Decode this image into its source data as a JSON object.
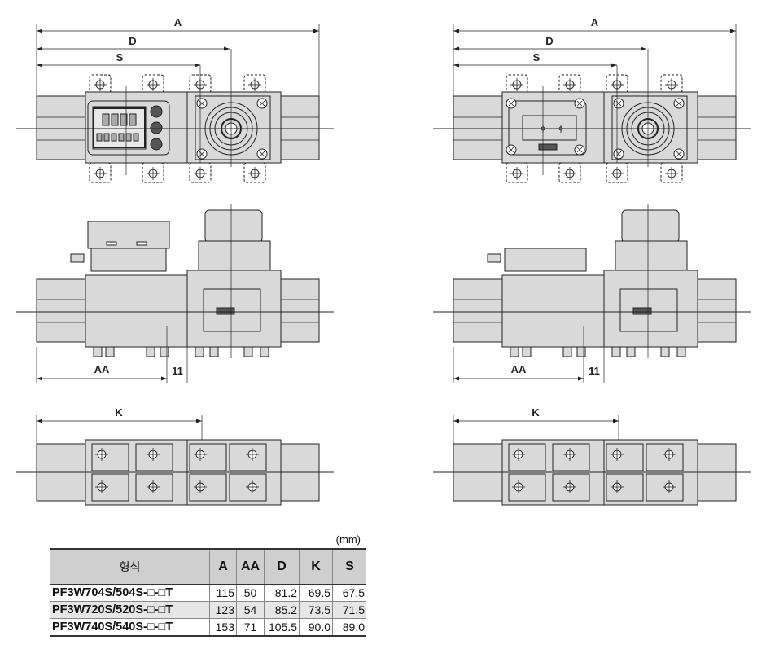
{
  "drawings": [
    {
      "variant": "with-display",
      "labels": {
        "A": "A",
        "D": "D",
        "S": "S",
        "AA": "AA",
        "gap": "11",
        "K": "K"
      }
    },
    {
      "variant": "without-display",
      "labels": {
        "A": "A",
        "D": "D",
        "S": "S",
        "AA": "AA",
        "gap": "11",
        "K": "K"
      }
    }
  ],
  "table": {
    "unit": "(mm)",
    "headers": [
      "형식",
      "A",
      "AA",
      "D",
      "K",
      "S"
    ],
    "rows": [
      {
        "model": "PF3W704S/504S-□-□T",
        "A": "115",
        "AA": "50",
        "D": "81.2",
        "K": "69.5",
        "S": "67.5"
      },
      {
        "model": "PF3W720S/520S-□-□T",
        "A": "123",
        "AA": "54",
        "D": "85.2",
        "K": "73.5",
        "S": "71.5"
      },
      {
        "model": "PF3W740S/540S-□-□T",
        "A": "153",
        "AA": "71",
        "D": "105.5",
        "K": "90.0",
        "S": "89.0"
      }
    ]
  }
}
